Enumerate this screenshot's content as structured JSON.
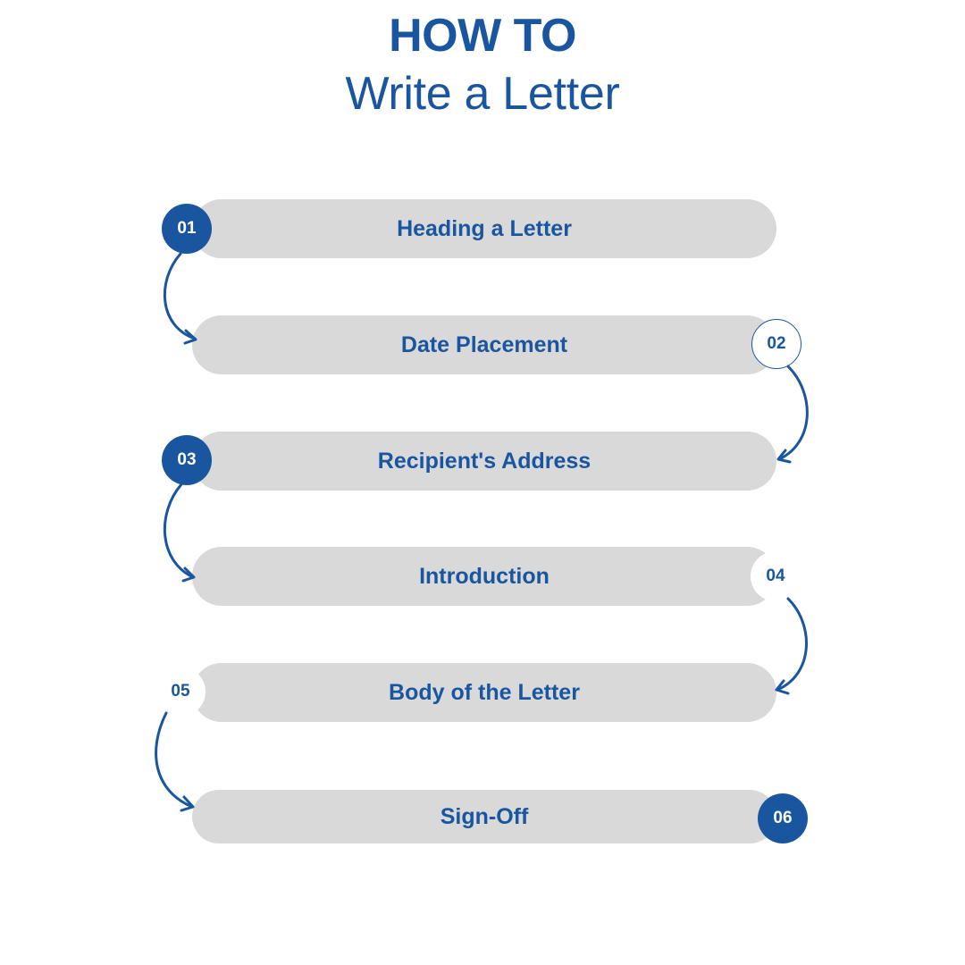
{
  "title": {
    "line1": "HOW TO",
    "line2": "Write a Letter"
  },
  "steps": [
    {
      "number": "01",
      "label": "Heading a Letter"
    },
    {
      "number": "02",
      "label": "Date Placement"
    },
    {
      "number": "03",
      "label": "Recipient's Address"
    },
    {
      "number": "04",
      "label": "Introduction"
    },
    {
      "number": "05",
      "label": "Body of the Letter"
    },
    {
      "number": "06",
      "label": "Sign-Off"
    }
  ],
  "colors": {
    "accent": "#1a56a0",
    "pill_background": "#d9d9d9",
    "background": "#ffffff"
  }
}
